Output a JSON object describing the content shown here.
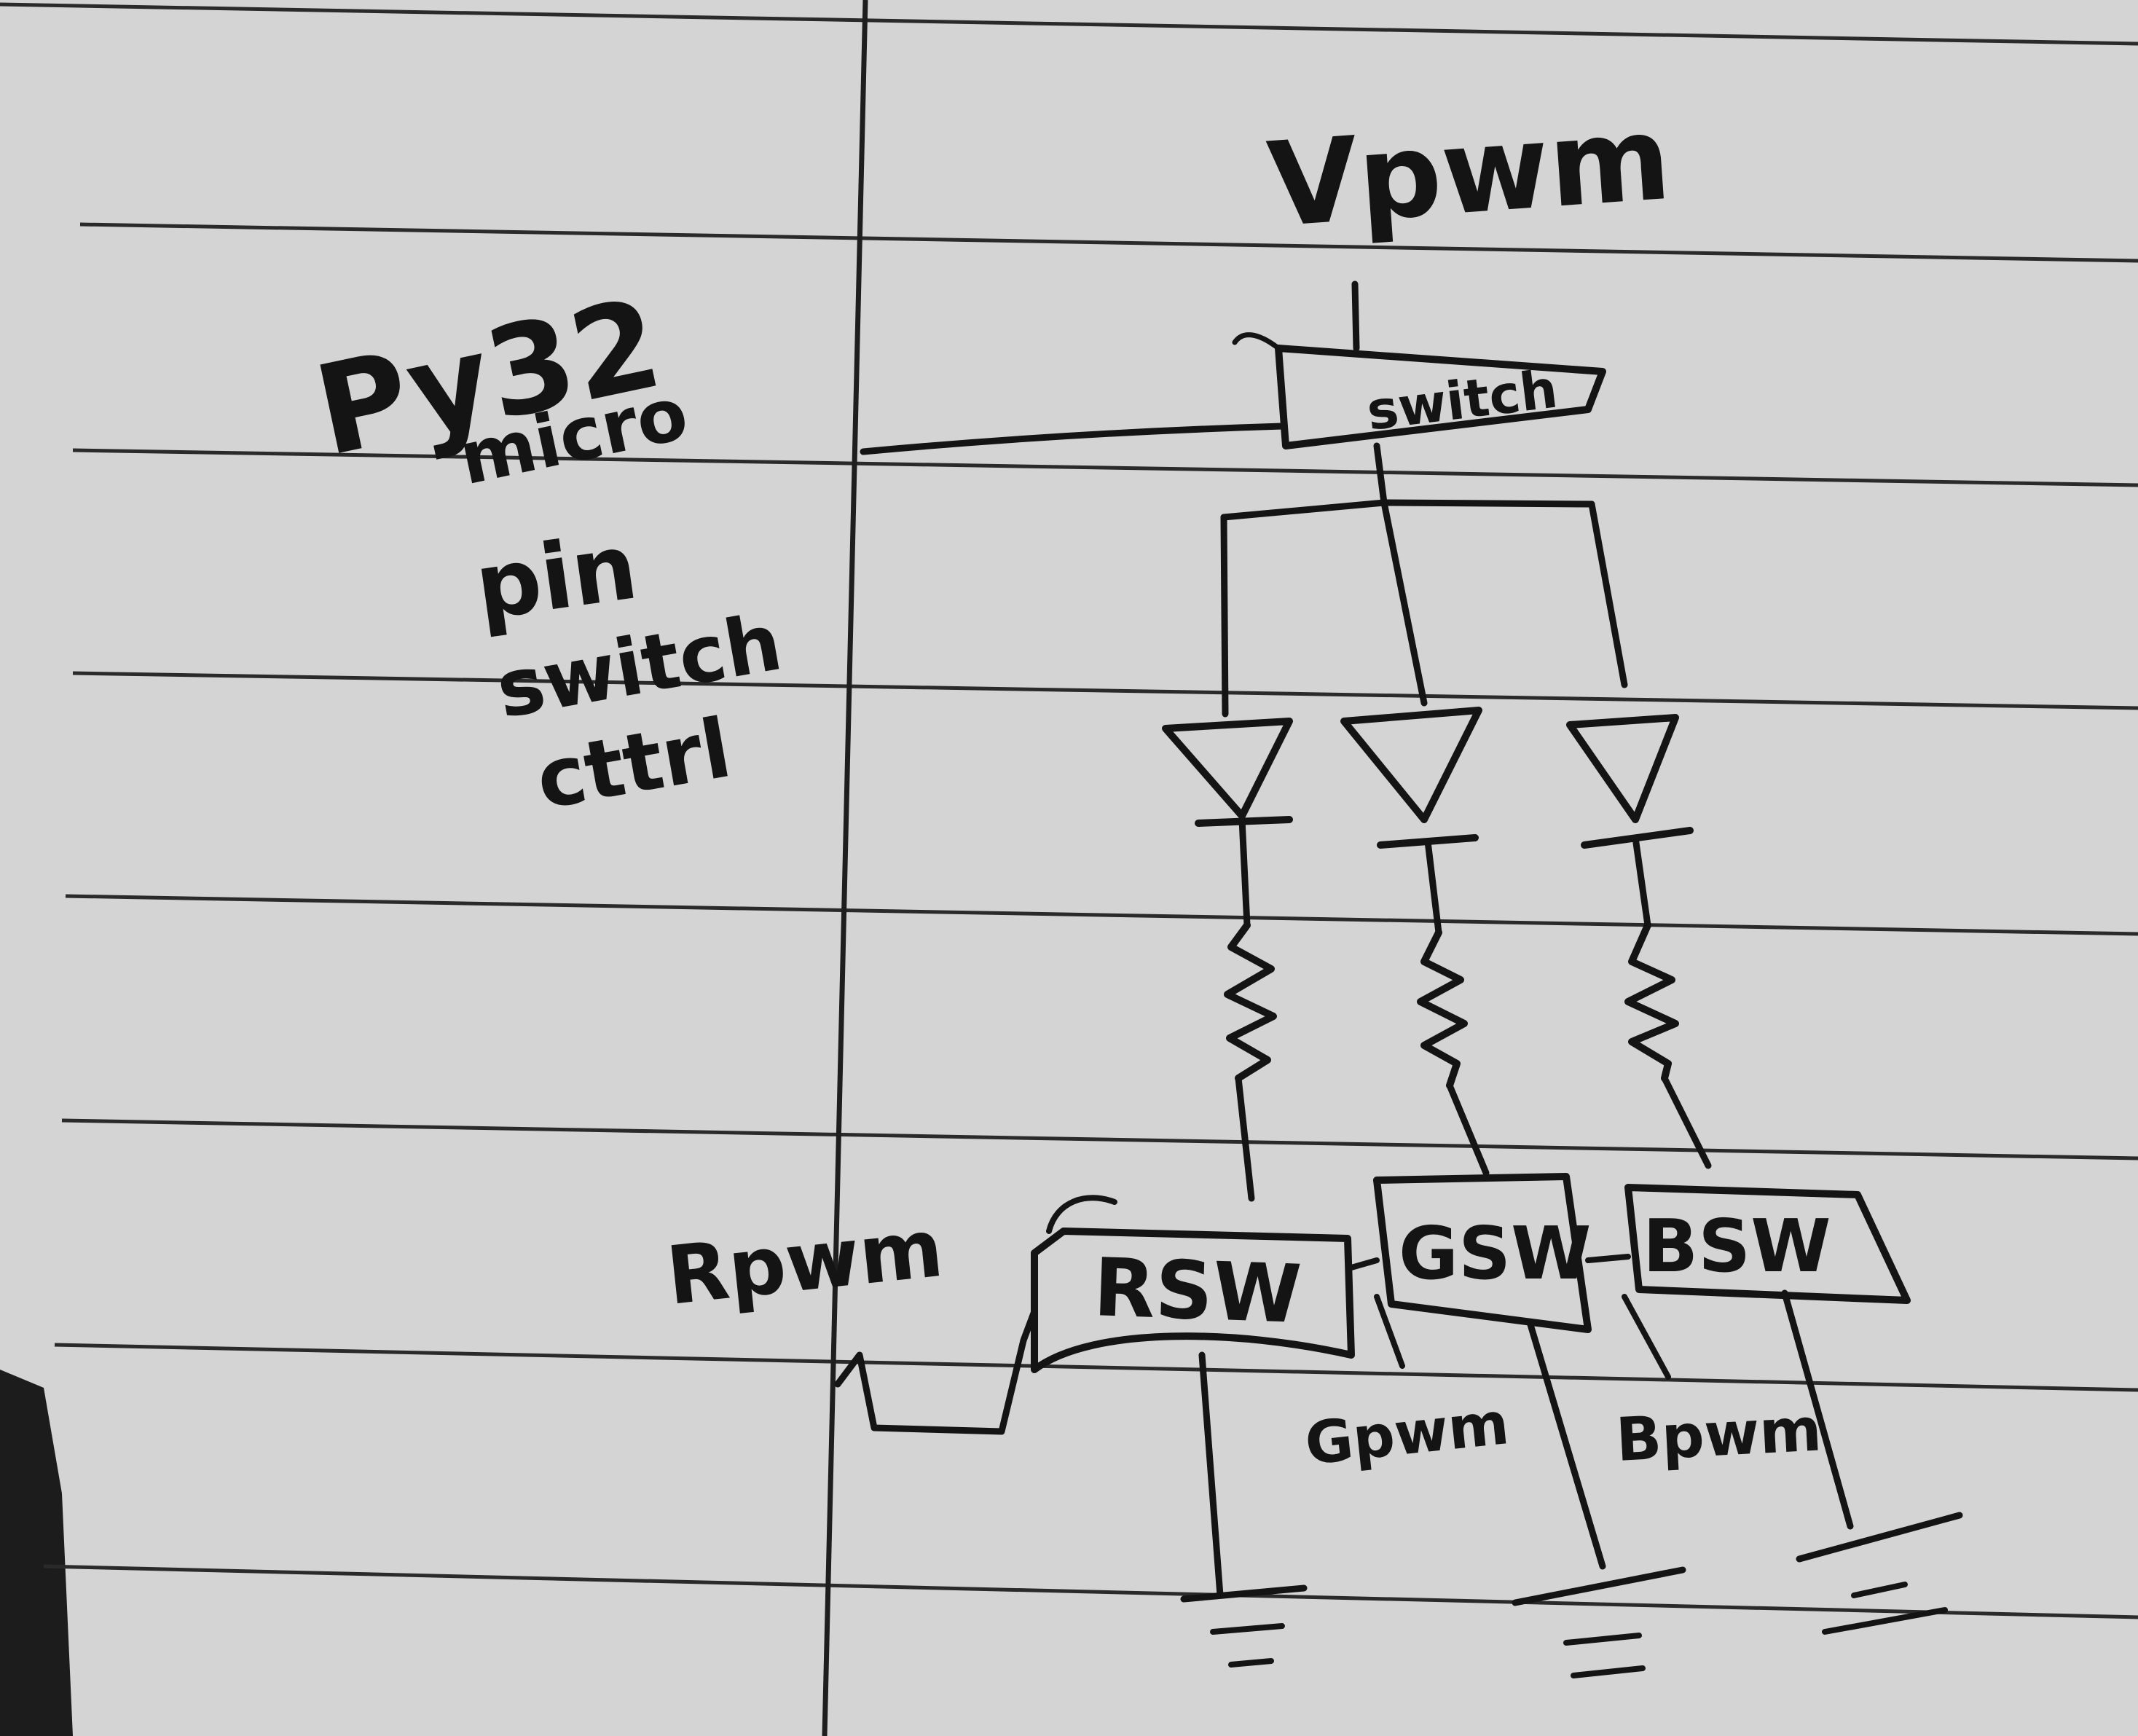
{
  "notes": {
    "board": "Py32",
    "board_sub": "micro",
    "pin_line1": "pin",
    "pin_line2": "switch",
    "pin_line3": "cttrl"
  },
  "supply": {
    "label": "Vpwm"
  },
  "main_switch": {
    "label": "switch"
  },
  "channel_switches": [
    {
      "label": "RSW",
      "pwm_label": "Rpwm"
    },
    {
      "label": "GSW",
      "pwm_label": "Gpwm"
    },
    {
      "label": "BSW",
      "pwm_label": "Bpwm"
    }
  ],
  "colors": {
    "paper": "#d4d4d4",
    "ink": "#141414",
    "rule": "#2a2a2a"
  }
}
